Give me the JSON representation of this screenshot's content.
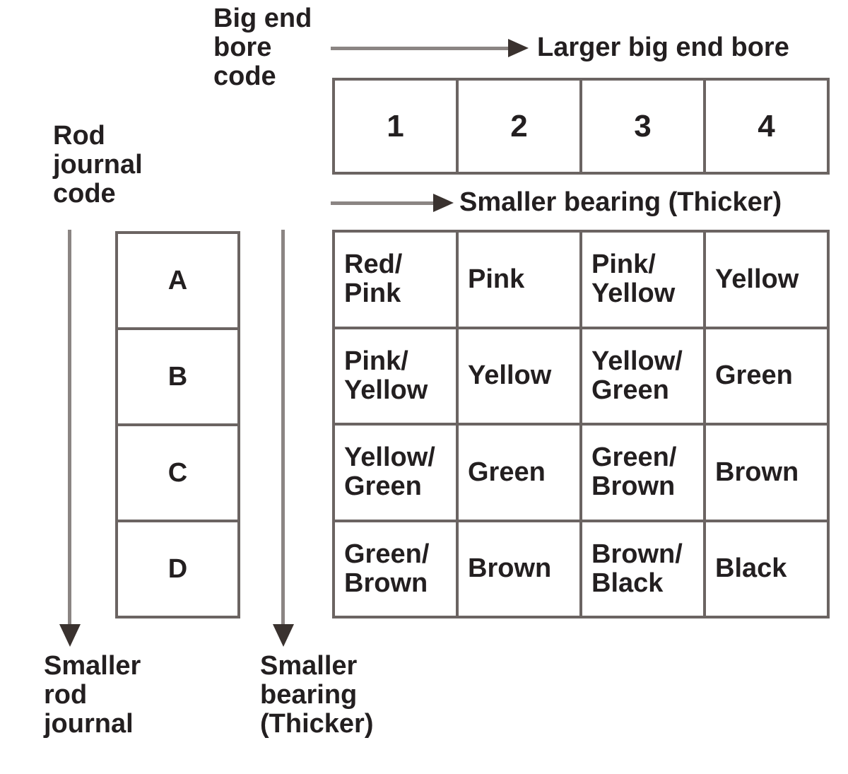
{
  "labels": {
    "big_end_bore_code": "Big end\nbore\ncode",
    "larger_big_end_bore": "Larger big end bore",
    "smaller_bearing_top": "Smaller bearing (Thicker)",
    "rod_journal_code": "Rod\njournal\ncode",
    "smaller_rod_journal": "Smaller\nrod\njournal",
    "smaller_bearing_bottom": "Smaller\nbearing\n(Thicker)"
  },
  "bore_codes": [
    "1",
    "2",
    "3",
    "4"
  ],
  "journal_codes": [
    "A",
    "B",
    "C",
    "D"
  ],
  "matrix": {
    "rows": [
      [
        "Red/\nPink",
        "Pink",
        "Pink/\nYellow",
        "Yellow"
      ],
      [
        "Pink/\nYellow",
        "Yellow",
        "Yellow/\nGreen",
        "Green"
      ],
      [
        "Yellow/\nGreen",
        "Green",
        "Green/\nBrown",
        "Brown"
      ],
      [
        "Green/\nBrown",
        "Brown",
        "Brown/\nBlack",
        "Black"
      ]
    ]
  },
  "colors": {
    "background": "#ffffff",
    "grid_line": "#6b6462",
    "text": "#231f20",
    "arrow_shaft": "#8b8583",
    "arrow_head": "#3a322f"
  }
}
